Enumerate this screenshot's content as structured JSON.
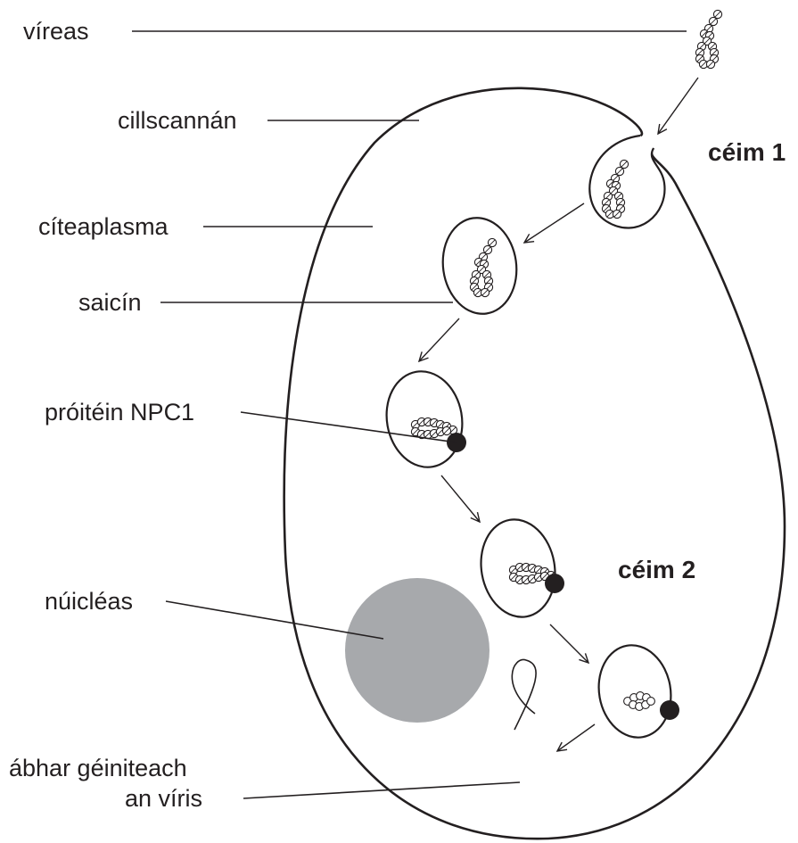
{
  "labels": {
    "virus": "víreas",
    "membrane": "cillscannán",
    "cytoplasm": "cíteaplasma",
    "endosome": "saicín",
    "npc1": "próitéin NPC1",
    "nucleus": "núicléas",
    "genetic_line1": "ábhar géiniteach",
    "genetic_line2": "an víris"
  },
  "steps": {
    "step1": "céim 1",
    "step2": "céim 2"
  },
  "colors": {
    "ink": "#231f20",
    "nucleus": "#a7a9ac",
    "background": "#ffffff"
  }
}
